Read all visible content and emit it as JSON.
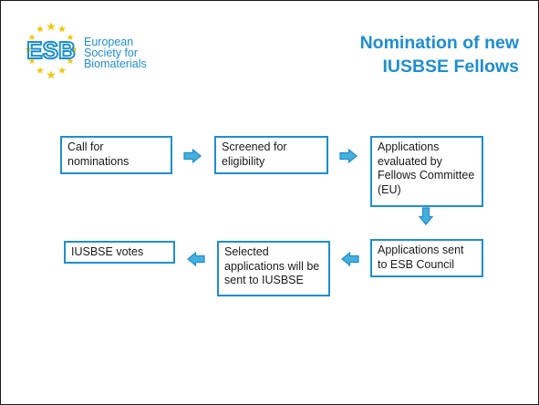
{
  "header": {
    "logo": {
      "mark_letters": "ESB",
      "org_line1": "European",
      "org_line2": "Society for",
      "org_line3": "Biomaterials"
    },
    "title_line1": "Nomination of new",
    "title_line2": "IUSBSE Fellows"
  },
  "flow": {
    "steps": [
      "Call for nominations",
      "Screened for eligibility",
      "Applications evaluated by Fellows Committee (EU)",
      "Applications sent to ESB Council",
      "Selected applications will be sent to IUSBSE",
      "IUSBSE votes"
    ]
  },
  "colors": {
    "accent": "#1e8ed0",
    "arrow_fill": "#45b0dc",
    "star": "#f3c60f",
    "text": "#1a1a1a"
  }
}
